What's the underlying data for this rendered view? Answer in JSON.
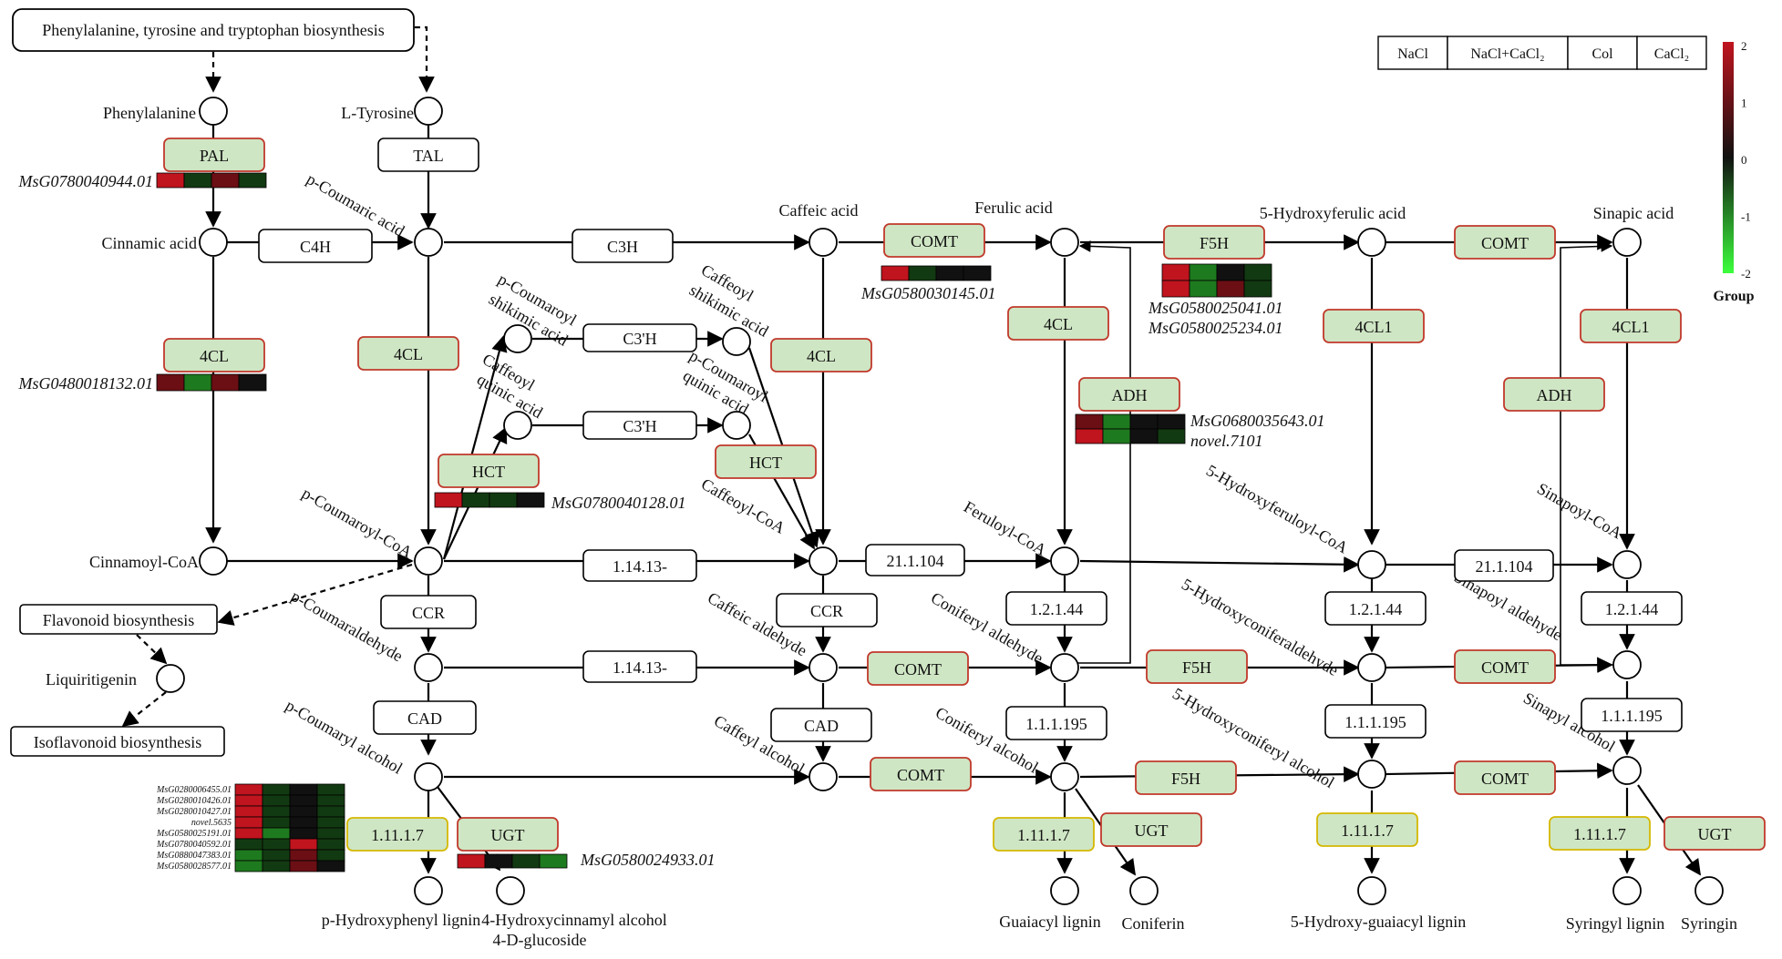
{
  "colors": {
    "enzyme_fill": "#cfe6c4",
    "enzyme_border_red": "#c0392b",
    "enzyme_border_yellow": "#d4b800",
    "red": "#c0141e",
    "dark_red": "#6b0f14",
    "black": "#111111",
    "dark_green": "#123a12",
    "green": "#1e7a1e"
  },
  "legend": {
    "group_label": "Group",
    "columns": [
      "NaCl",
      "NaCl+CaCl₂",
      "Col",
      "CaCl₂"
    ],
    "scale_ticks": [
      "2",
      "1",
      "0",
      "-1",
      "-2"
    ]
  },
  "pathways": {
    "phe_tyr_trp": "Phenylalanine, tyrosine and tryptophan biosynthesis",
    "flavonoid": "Flavonoid biosynthesis",
    "isoflavonoid": "Isoflavonoid biosynthesis"
  },
  "compounds": {
    "phenylalanine": "Phenylalanine",
    "tyrosine": "L-Tyrosine",
    "cinnamic_acid": "Cinnamic acid",
    "p_coumaric_acid": "p-Coumaric acid",
    "caffeic_acid": "Caffeic acid",
    "ferulic_acid": "Ferulic acid",
    "hydroxyferulic_acid": "5-Hydroxyferulic acid",
    "sinapic_acid": "Sinapic acid",
    "p_coumaroyl_shikimic": "p-Coumaroyl shikimic acid",
    "caffeoyl_shikimic": "Caffeoyl shikimic acid",
    "caffeoyl_quinic": "Caffeoyl quinic acid",
    "p_coumaroyl_quinic": "p-Coumaroyl quinic acid",
    "cinnamoyl_coa": "Cinnamoyl-CoA",
    "p_coumaroyl_coa": "p-Coumaroyl-CoA",
    "caffeoyl_coa": "Caffeoyl-CoA",
    "feruloyl_coa": "Feruloyl-CoA",
    "hydroxyferuloyl_coa": "5-Hydroxyferuloyl-CoA",
    "sinapoyl_coa": "Sinapoyl-CoA",
    "p_coumaraldehyde": "p-Coumaraldehyde",
    "caffeic_aldehyde": "Caffeic aldehyde",
    "coniferyl_aldehyde": "Coniferyl aldehyde",
    "hydroxyconiferaldehyde": "5-Hydroxyconiferaldehyde",
    "sinapoyl_aldehyde": "Sinapoyl aldehyde",
    "p_coumaryl_alcohol": "p-Coumaryl alcohol",
    "caffeyl_alcohol": "Caffeyl alcohol",
    "coniferyl_alcohol": "Coniferyl alcohol",
    "hydroxyconiferyl_alcohol": "5-Hydroxyconiferyl alcohol",
    "sinapyl_alcohol": "Sinapyl alcohol",
    "liquiritigenin": "Liquiritigenin",
    "p_hydroxyphenyl_lignin": "p-Hydroxyphenyl lignin",
    "hydroxycinnamyl_glucoside_1": "4-Hydroxycinnamyl alcohol",
    "hydroxycinnamyl_glucoside_2": "4-D-glucoside",
    "guaiacyl_lignin": "Guaiacyl lignin",
    "coniferin": "Coniferin",
    "hydroxy_guaiacyl_lignin": "5-Hydroxy-guaiacyl lignin",
    "syringyl_lignin": "Syringyl lignin",
    "syringin": "Syringin"
  },
  "enzymes": {
    "pal": "PAL",
    "tal": "TAL",
    "c4h": "C4H",
    "c3h": "C3H",
    "c3h_prime_1": "C3'H",
    "c3h_prime_2": "C3'H",
    "cl4_1": "4CL",
    "cl4_2": "4CL",
    "cl4_3": "4CL",
    "cl4_4": "4CL",
    "cl41_1": "4CL1",
    "cl41_2": "4CL1",
    "hct_1": "HCT",
    "hct_2": "HCT",
    "comt_1": "COMT",
    "comt_2": "COMT",
    "comt_3": "COMT",
    "comt_4": "COMT",
    "comt_5": "COMT",
    "comt_6": "COMT",
    "f5h_1": "F5H",
    "f5h_2": "F5H",
    "f5h_3": "F5H",
    "adh_1": "ADH",
    "adh_2": "ADH",
    "ccr_1": "CCR",
    "ccr_2": "CCR",
    "cad_1": "CAD",
    "cad_2": "CAD",
    "ec_1_14_13_a": "1.14.13-",
    "ec_1_14_13_b": "1.14.13-",
    "ec_21_1_104_a": "21.1.104",
    "ec_21_1_104_b": "21.1.104",
    "ec_1_2_1_44_a": "1.2.1.44",
    "ec_1_2_1_44_b": "1.2.1.44",
    "ec_1_2_1_44_c": "1.2.1.44",
    "ec_1_1_1_195_a": "1.1.1.195",
    "ec_1_1_1_195_b": "1.1.1.195",
    "ec_1_1_1_195_c": "1.1.1.195",
    "ec_1_11_1_7_a": "1.11.1.7",
    "ec_1_11_1_7_b": "1.11.1.7",
    "ec_1_11_1_7_c": "1.11.1.7",
    "ec_1_11_1_7_d": "1.11.1.7",
    "ugt_1": "UGT",
    "ugt_2": "UGT",
    "ugt_3": "UGT"
  },
  "genes": {
    "pal": "MsG0780040944.01",
    "cl4": "MsG0480018132.01",
    "comt": "MsG0580030145.01",
    "f5h_a": "MsG0580025041.01",
    "f5h_b": "MsG0580025234.01",
    "adh_a": "MsG0680035643.01",
    "adh_b": "novel.7101",
    "hct": "MsG0780040128.01",
    "ugt": "MsG0580024933.01"
  },
  "peroxidase_genes": [
    "MsG0280006455.01",
    "MsG0280010426.01",
    "MsG0280010427.01",
    "novel.5635",
    "MsG0580025191.01",
    "MsG0780040592.01",
    "MsG0880047383.01",
    "MsG0580028577.01"
  ],
  "heatmaps": {
    "pal": [
      [
        "red",
        "dark_green",
        "dark_red",
        "dark_green"
      ]
    ],
    "cl4": [
      [
        "dark_red",
        "green",
        "dark_red",
        "black"
      ]
    ],
    "comt": [
      [
        "red",
        "dark_green",
        "black",
        "black"
      ]
    ],
    "f5h": [
      [
        "red",
        "green",
        "black",
        "dark_green"
      ],
      [
        "red",
        "green",
        "dark_red",
        "dark_green"
      ]
    ],
    "adh": [
      [
        "dark_red",
        "green",
        "black",
        "black"
      ],
      [
        "red",
        "green",
        "black",
        "dark_green"
      ]
    ],
    "hct": [
      [
        "red",
        "dark_green",
        "dark_green",
        "black"
      ]
    ],
    "ugt": [
      [
        "red",
        "black",
        "dark_green",
        "green"
      ]
    ],
    "peroxidase": [
      [
        "red",
        "dark_green",
        "black",
        "dark_green"
      ],
      [
        "red",
        "dark_green",
        "black",
        "dark_green"
      ],
      [
        "red",
        "dark_green",
        "black",
        "dark_green"
      ],
      [
        "red",
        "dark_green",
        "black",
        "dark_green"
      ],
      [
        "red",
        "green",
        "black",
        "dark_green"
      ],
      [
        "dark_green",
        "dark_green",
        "red",
        "dark_green"
      ],
      [
        "green",
        "dark_green",
        "dark_red",
        "dark_green"
      ],
      [
        "green",
        "dark_green",
        "dark_red",
        "black"
      ]
    ]
  }
}
